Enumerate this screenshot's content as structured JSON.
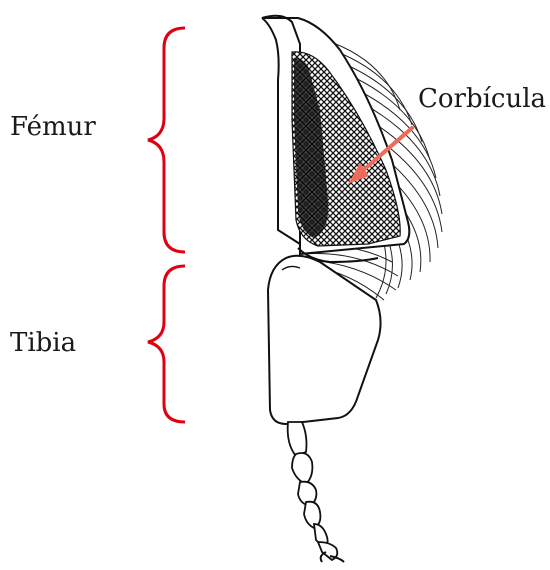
{
  "labels": {
    "femur": "Fémur",
    "tibia": "Tibia",
    "corbicula": "Corbícula"
  },
  "colors": {
    "bracket": "#e0000f",
    "arrow": "#f06a5a",
    "ink": "#1a1a1a"
  },
  "icons": {
    "bracket": "curly-brace",
    "arrow": "pointer-arrow",
    "illustration": "bee-hind-leg"
  }
}
